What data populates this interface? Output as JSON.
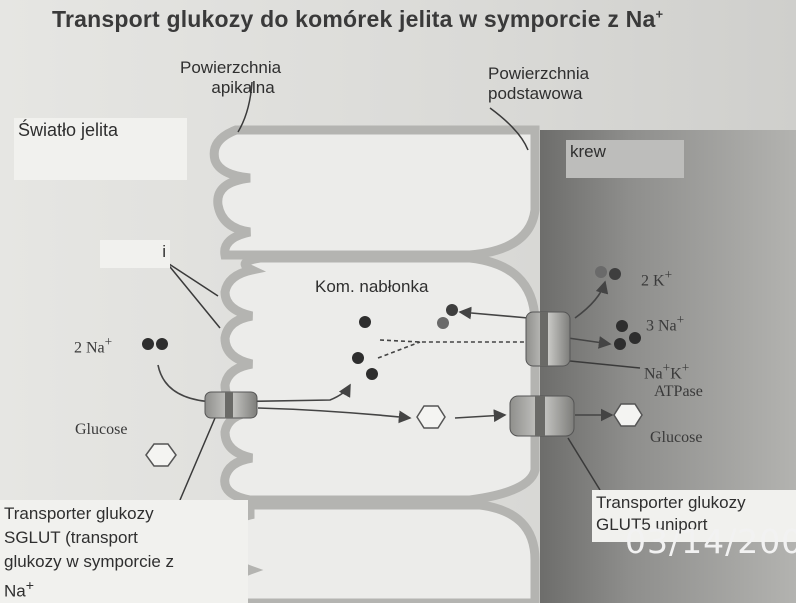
{
  "diagram": {
    "title": "Transport glukozy do komórek jelita w symporcie z Na",
    "title_superscript": "+",
    "labels": {
      "apical_surface_line1": "Powierzchnia",
      "apical_surface_line2": "apikalna",
      "basal_surface_line1": "Powierzchnia",
      "basal_surface_line2": "podstawowa",
      "lumen": "Światło jelita",
      "blood": "krew",
      "cell": "Kom. nabłonka",
      "microvilli_fragment": "i",
      "two_na": "2 Na",
      "two_k": "2 K",
      "three_na": "3 Na",
      "pump_line1": "Na",
      "pump_k": "K",
      "pump_line2": "ATPase",
      "glucose_left": "Glucose",
      "glucose_right": "Glucose",
      "sglut_line1": "Transporter glukozy",
      "sglut_line2": "SGLUT (transport",
      "sglut_line3": "glukozy w symporcie z",
      "sglut_line4": "Na",
      "glut_line1": "Transporter glukozy",
      "glut_line2": "GLUT5 uniport",
      "plus": "+"
    },
    "date_stamp": "03/14/200",
    "colors": {
      "background": "#e0e0dd",
      "blood_side": "#8c8c8a",
      "membrane": "#b4b4b1",
      "cytoplasm": "#ececea",
      "ion_dark": "#2e2e2e",
      "ion_mid": "#6a6a6a",
      "stamp": "#f2f2f2"
    },
    "icons": [
      "sodium-ion-icon",
      "potassium-ion-icon",
      "glucose-hexagon-icon",
      "transporter-protein-icon",
      "atpase-pump-icon"
    ]
  }
}
